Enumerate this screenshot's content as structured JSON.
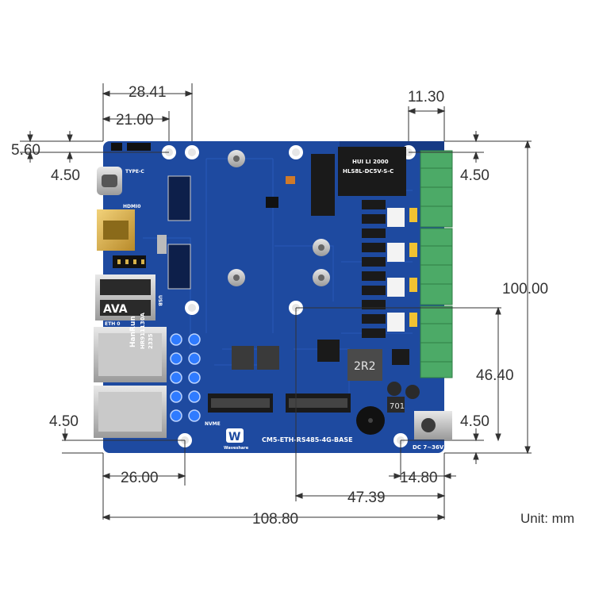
{
  "dimensions": {
    "top_28_41": "28.41",
    "top_21_00": "21.00",
    "left_5_60": "5.60",
    "left_4_50_top": "4.50",
    "top_11_30": "11.30",
    "right_4_50_top": "4.50",
    "right_100_00": "100.00",
    "right_46_40": "46.40",
    "left_4_50_bottom": "4.50",
    "right_4_50_bottom": "4.50",
    "bottom_26_00": "26.00",
    "bottom_14_80": "14.80",
    "bottom_47_39": "47.39",
    "bottom_108_80": "108.80"
  },
  "unit_label": "Unit: mm",
  "board": {
    "model": "CM5-ETH-RS485-4G-BASE",
    "brand": "Waveshare",
    "power_label": "DC 7~36V",
    "relay_text": "HUI LI 2000",
    "relay_model": "HLS8L-DC5V-S-C",
    "inductor_label": "2R2",
    "chip_label": "701",
    "eth_text_1": "HanRun",
    "eth_text_2": "HR911130A",
    "eth_text_3": "2335",
    "silk_typec": "TYPE-C",
    "silk_hdmi": "HDMI0",
    "silk_usb": "USB",
    "silk_nvme": "NVME",
    "silk_eth": "ETH 0"
  },
  "colors": {
    "board": "#1e4aa0",
    "board_dark": "#163a85",
    "terminal": "#4caa67",
    "dimension_line": "#333333"
  }
}
